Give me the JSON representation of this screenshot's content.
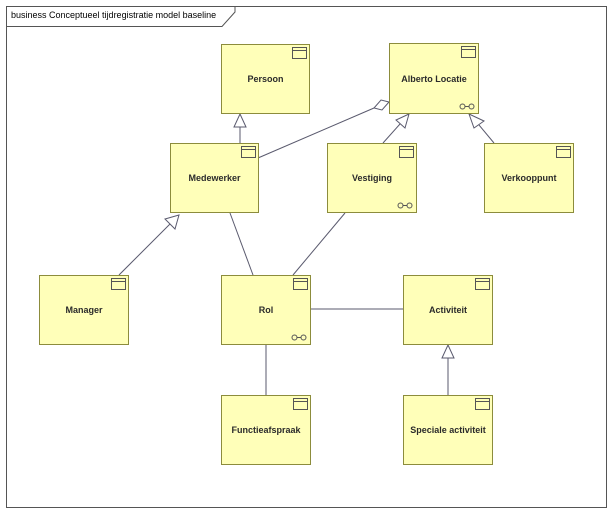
{
  "diagram": {
    "title": "business Conceptueel tijdregistratie model baseline",
    "nodes": {
      "persoon": "Persoon",
      "alberto_locatie": "Alberto Locatie",
      "medewerker": "Medewerker",
      "vestiging": "Vestiging",
      "verkooppunt": "Verkooppunt",
      "manager": "Manager",
      "rol": "Rol",
      "activiteit": "Activiteit",
      "functieafspraak": "Functieafspraak",
      "speciale_activiteit": "Speciale activiteit"
    },
    "edges": [
      {
        "from": "Medewerker",
        "to": "Persoon",
        "type": "specialization"
      },
      {
        "from": "Manager",
        "to": "Medewerker",
        "type": "specialization"
      },
      {
        "from": "Vestiging",
        "to": "Alberto Locatie",
        "type": "specialization"
      },
      {
        "from": "Verkooppunt",
        "to": "Alberto Locatie",
        "type": "specialization"
      },
      {
        "from": "Speciale activiteit",
        "to": "Activiteit",
        "type": "specialization"
      },
      {
        "from": "Medewerker",
        "to": "Alberto Locatie",
        "type": "aggregation"
      },
      {
        "from": "Medewerker",
        "to": "Rol",
        "type": "association"
      },
      {
        "from": "Vestiging",
        "to": "Rol",
        "type": "association"
      },
      {
        "from": "Rol",
        "to": "Activiteit",
        "type": "association"
      },
      {
        "from": "Rol",
        "to": "Functieafspraak",
        "type": "association"
      }
    ]
  },
  "colors": {
    "node_fill": "#ffffb9",
    "node_border": "#8c8c3c",
    "edge": "#5a5a6e",
    "frame": "#555555"
  }
}
